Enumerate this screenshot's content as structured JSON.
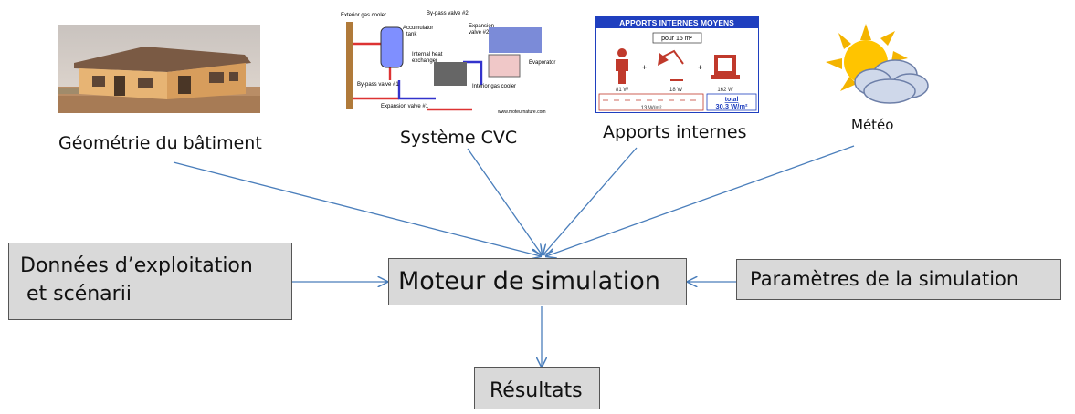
{
  "inputs": {
    "geometry_label": "Géométrie du bâtiment",
    "hvac_label": "Système CVC",
    "internal_gains_label": "Apports internes",
    "weather_label": "Météo"
  },
  "boxes": {
    "operation_data_line1": "Données d’exploitation",
    "operation_data_line2": " et scénarii",
    "engine": "Moteur de simulation",
    "parameters": "Paramètres de la simulation",
    "results": "Résultats"
  },
  "hvac_image": {
    "exterior_gas_cooler": "Exterior gas cooler",
    "bypass_valve_2": "By-pass valve #2",
    "accumulator_tank_1": "Accumulator",
    "accumulator_tank_2": "tank",
    "expansion_valve_2_1": "Expansion",
    "expansion_valve_2_2": "valve #2",
    "internal_heat_1": "Internal heat",
    "internal_heat_2": "exchanger",
    "evaporator": "Evaporator",
    "bypass_valve_1": "By-pass valve #1",
    "interior_gas_cooler": "Interior gas cooler",
    "expansion_valve_1": "Expansion valve #1",
    "website": "www.moteurnature.com"
  },
  "gains_image": {
    "title": "APPORTS INTERNES MOYENS",
    "per_area": "pour 15 m²",
    "person_w": "81 W",
    "lamp_w": "18 W",
    "computer_w": "162 W",
    "plus": "+",
    "density": "13 W/m²",
    "total_label": "total",
    "total_value": "30.3 W/m²"
  },
  "colors": {
    "arrow": "#4a7ebb",
    "box_fill": "#d9d9d9",
    "gains_header": "#1f3fbf",
    "gains_red": "#c0392b"
  }
}
